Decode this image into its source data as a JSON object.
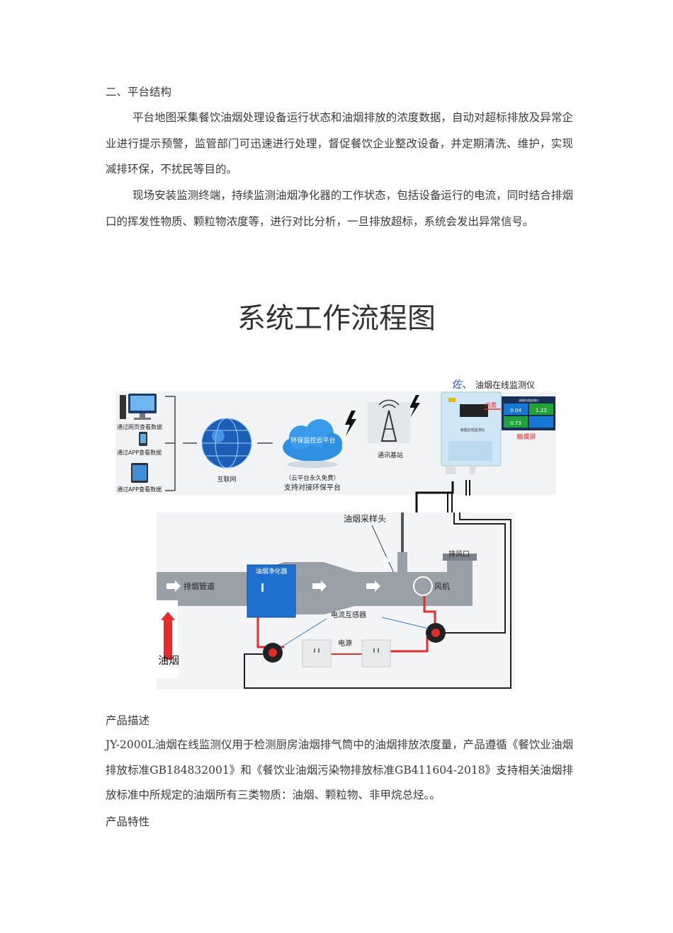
{
  "section_heading": "二、平台结构",
  "para1": "平台地图采集餐饮油烟处理设备运行状态和油烟排放的浓度数据，自动对超标排放及异常企业进行提示预警，监管部门可迅速进行处理，督促餐饮企业整改设备，并定期清洗、维护，实现减排环保，不扰民等目的。",
  "para2": "现场安装监测终端，持续监测油烟净化器的工作状态，包括设备运行的电流，同时结合排烟口的挥发性物质、颗粒物浓度等，进行对比分析，一旦排放超标，系统会发出异常信号。",
  "diagram_title": "系统工作流程图",
  "diagram_top": {
    "device_title": "油烟在线监测仪",
    "device_logo": "佐、",
    "device_caption": "油烟在线监测仪",
    "screen_label": "内置",
    "screen_title": "油烟在线监测仪",
    "screen_readings": [
      "0.04",
      "1.23",
      "0.73",
      ""
    ],
    "touch_label": "触摸屏",
    "pc_label": "通过网页查看数据",
    "phone_label": "通过APP查看数据",
    "tablet_label": "通过APP查看数据",
    "internet_label": "互联网",
    "cloud_label": "环保监控云平台",
    "cloud_note1": "（云平台永久免费）",
    "cloud_note2": "支持对接环保平台",
    "tower_label": "通讯基站"
  },
  "diagram_bottom": {
    "sampling_head": "油烟采样头",
    "exhaust_port": "排风口",
    "duct_label": "排烟管道",
    "purifier_label": "油烟净化器",
    "fan_label": "风机",
    "ct_label": "电流互感器",
    "power_label": "电源",
    "smoke_label": "油烟"
  },
  "product_desc_heading": "产品描述",
  "product_desc": "JY-2000L油烟在线监测仪用于检测厨房油烟排气筒中的油烟排放浓度量，产品遵循《餐饮业油烟排放标准GB184832001》和《餐饮业油烟污染物排放标准GB411604-2018》支持相关油烟排放标准中所规定的油烟所有三类物质：油烟、颗粒物、非甲烷总烃。。",
  "features_heading": "产品特性",
  "colors": {
    "pipe": "#9aa0a8",
    "purifier": "#1e6fd0",
    "wire": "#e52b2b",
    "screen_green": "#22a33a",
    "screen_blue": "#1877d2"
  }
}
